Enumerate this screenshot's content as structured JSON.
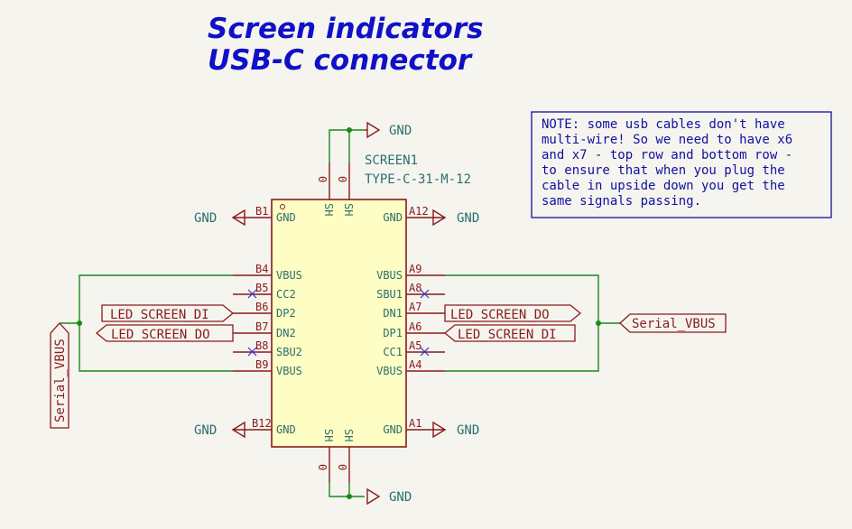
{
  "title": {
    "line1": "Screen indicators",
    "line2": "USB-C connector"
  },
  "note": {
    "lines": [
      "NOTE: some usb cables don't have",
      "multi-wire!  So we need to have x6",
      "and x7 - top row and bottom row -",
      "to ensure that when you plug the",
      "cable in upside down you get the",
      "same signals passing."
    ]
  },
  "component": {
    "reference": "SCREEN1",
    "value": "TYPE-C-31-M-12"
  },
  "pins": {
    "left": [
      {
        "num": "B1",
        "name": "GND"
      },
      {
        "num": "B4",
        "name": "VBUS"
      },
      {
        "num": "B5",
        "name": "CC2"
      },
      {
        "num": "B6",
        "name": "DP2"
      },
      {
        "num": "B7",
        "name": "DN2"
      },
      {
        "num": "B8",
        "name": "SBU2"
      },
      {
        "num": "B9",
        "name": "VBUS"
      },
      {
        "num": "B12",
        "name": "GND"
      }
    ],
    "right": [
      {
        "num": "A12",
        "name": "GND"
      },
      {
        "num": "A9",
        "name": "VBUS"
      },
      {
        "num": "A8",
        "name": "SBU1"
      },
      {
        "num": "A7",
        "name": "DN1"
      },
      {
        "num": "A6",
        "name": "DP1"
      },
      {
        "num": "A5",
        "name": "CC1"
      },
      {
        "num": "A4",
        "name": "VBUS"
      },
      {
        "num": "A1",
        "name": "GND"
      }
    ],
    "shield_top": [
      {
        "num": "0",
        "name": "SH"
      },
      {
        "num": "0",
        "name": "SH"
      }
    ],
    "shield_bottom": [
      {
        "num": "0",
        "name": "SH"
      },
      {
        "num": "0",
        "name": "SH"
      }
    ]
  },
  "power": {
    "gnd_label": "GND"
  },
  "labels": {
    "led_di": "LED_SCREEN_DI",
    "led_do": "LED_SCREEN_DO",
    "serial_vbus": "Serial_VBUS"
  },
  "colors": {
    "title": "#1010c8",
    "wire": "#1a8a1a",
    "pin_line": "#8a1a1a",
    "body_fill": "#fdfdc4",
    "net_text": "#2b6e6e",
    "no_connect": "#3030c8",
    "background": "#f5f4ef"
  }
}
